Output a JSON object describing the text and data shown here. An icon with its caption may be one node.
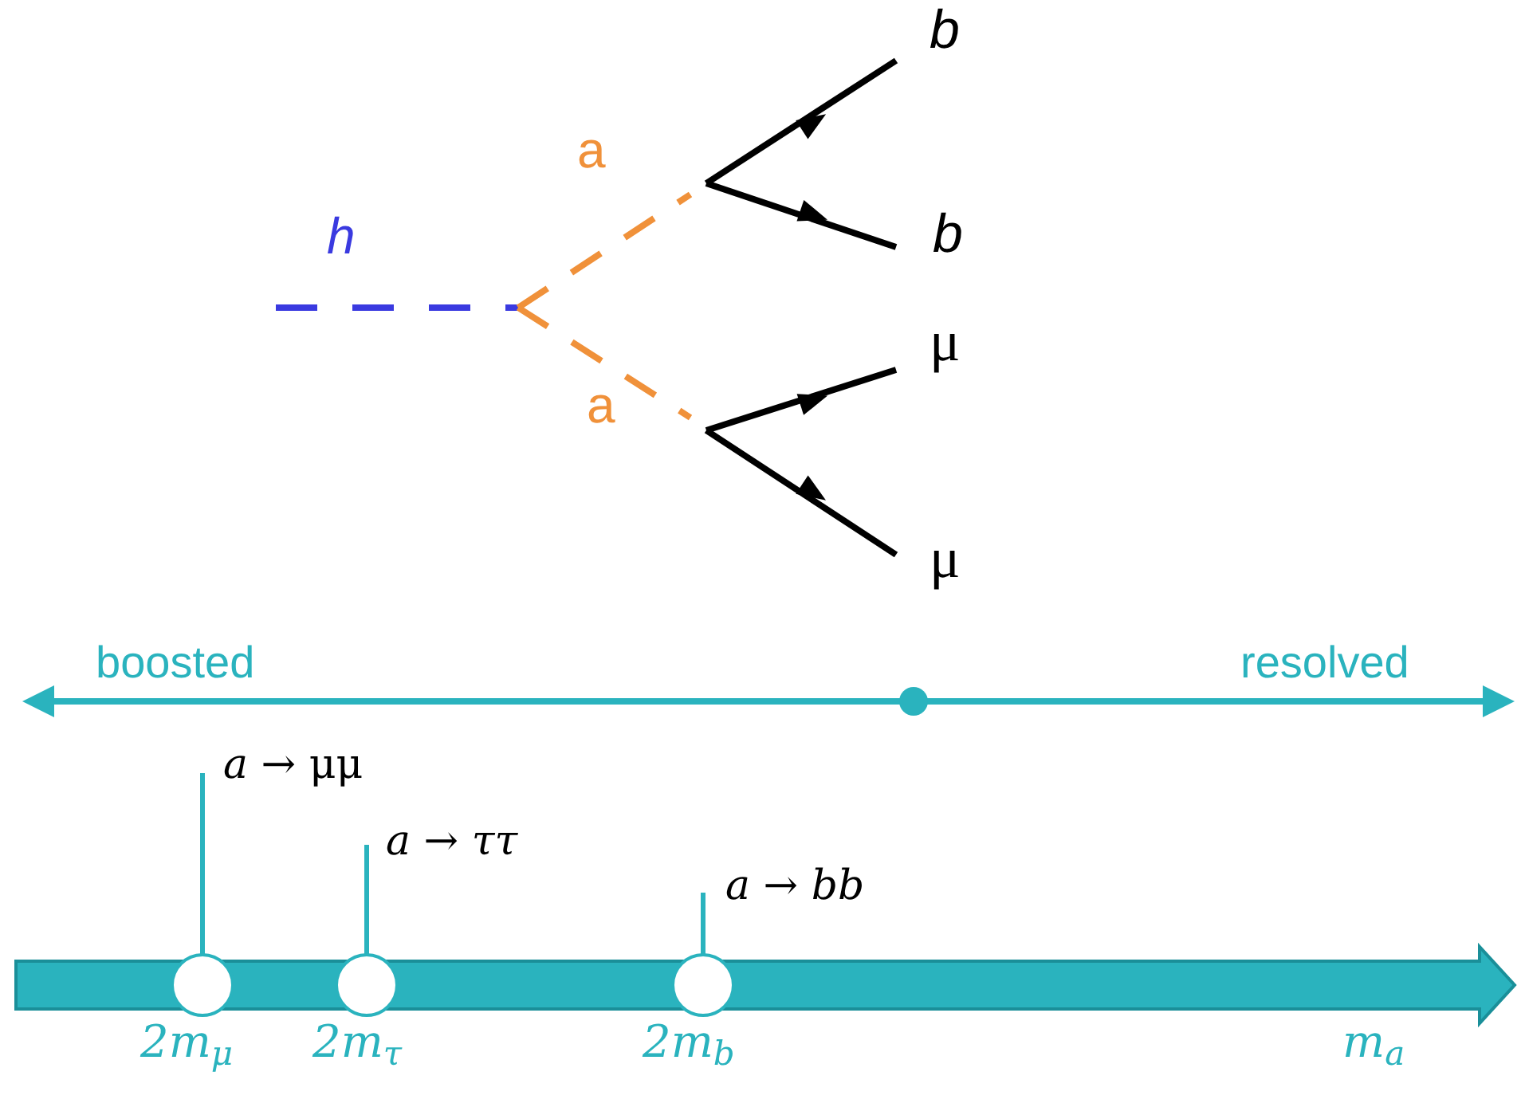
{
  "diagram": {
    "labels": [
      "h",
      "a",
      "a",
      "b",
      "b",
      "μ",
      "μ",
      "boosted",
      "resolved",
      "*a* → μμ",
      "*a* → *ττ*",
      "*a* → *bb*",
      "2m$_{μ}$",
      "2m$_{τ}$",
      "2m$_{b}$",
      "m$_{a}$"
    ]
  }
}
